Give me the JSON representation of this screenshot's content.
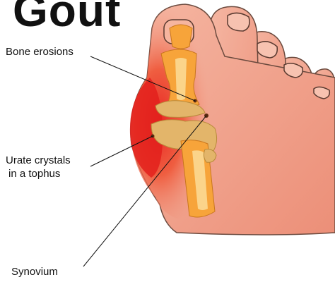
{
  "title": "Gout",
  "labels": {
    "bone_erosions": "Bone erosions",
    "urate_crystals_line1": "Urate crystals",
    "urate_crystals_line2": "in a tophus",
    "synovium": "Synovium"
  },
  "colors": {
    "skin": "#f2a58f",
    "skin_light": "#f8c7b6",
    "inflamed_red": "#e8201e",
    "bone_orange": "#f7a43a",
    "bone_light": "#fbd48a",
    "joint_tan": "#e3b56a",
    "outline": "#6b4a3e"
  }
}
